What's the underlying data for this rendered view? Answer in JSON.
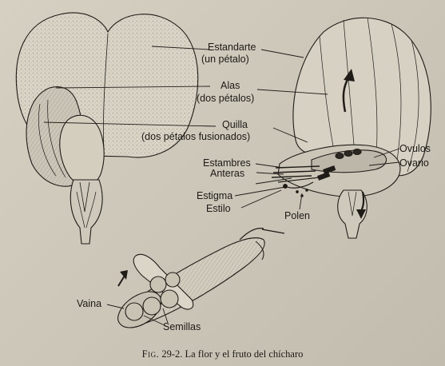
{
  "labels": {
    "estandarte": "Estandarte",
    "estandarte_sub": "(un pétalo)",
    "alas": "Alas",
    "alas_sub": "(dos pétalos)",
    "quilla": "Quilla",
    "quilla_sub": "(dos pétalos fusionados)",
    "estambres": "Estambres",
    "anteras": "Anteras",
    "estigma": "Estigma",
    "estilo": "Estilo",
    "polen": "Polen",
    "ovulos": "Ovulos",
    "ovario": "Ovario",
    "vaina": "Vaina",
    "semillas": "Semillas"
  },
  "caption": {
    "fig": "Fig.",
    "number": "29-2.",
    "text": "La flor y el fruto del chícharo"
  }
}
